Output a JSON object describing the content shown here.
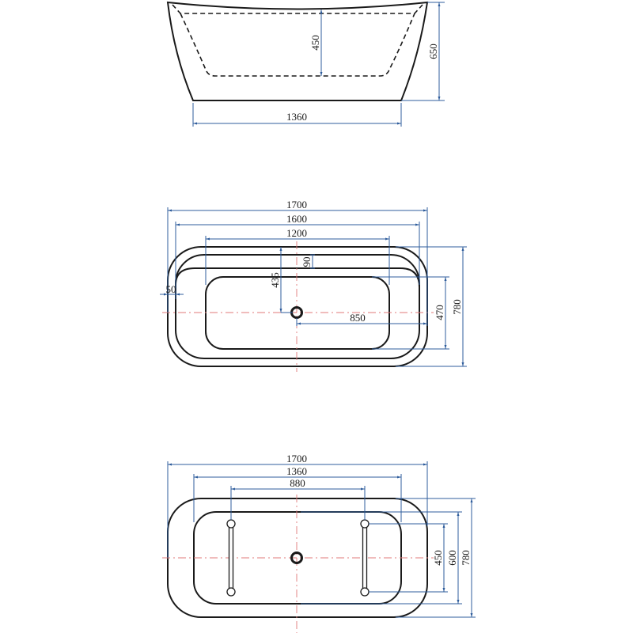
{
  "colors": {
    "outline": "#1a1a1a",
    "dimension": "#2f5d9c",
    "centerline": "#e07a7a",
    "background": "#ffffff"
  },
  "side_view": {
    "dims": {
      "inner_depth": "450",
      "total_height": "650",
      "base_length": "1360"
    }
  },
  "top_view": {
    "dims": {
      "overall_length": "1700",
      "rim_length": "1600",
      "basin_length": "1200",
      "rim_step": "90",
      "drain_offset_y": "435",
      "drain_to_end": "850",
      "basin_width": "470",
      "overall_width": "780",
      "wall_thickness": "50"
    }
  },
  "bottom_view": {
    "dims": {
      "overall_length": "1700",
      "base_length": "1360",
      "support_spacing": "880",
      "support_length": "450",
      "base_width": "600",
      "overall_width": "780"
    }
  }
}
